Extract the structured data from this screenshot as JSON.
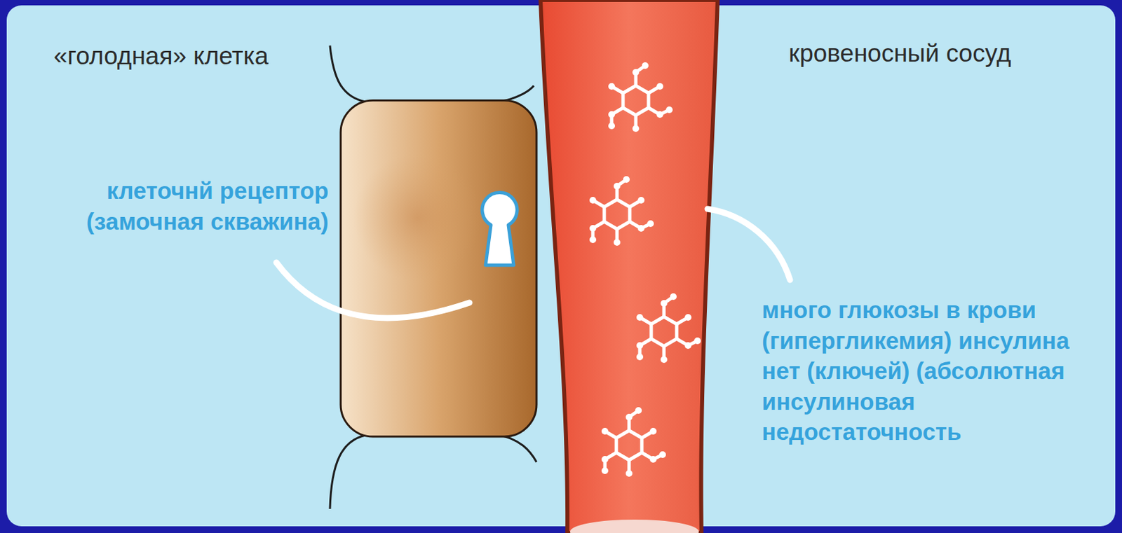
{
  "diagram": {
    "nodes": [
      {
        "text": [
          "«голодная» клетка"
        ]
      },
      {
        "text": [
          "кровеносный сосуд"
        ]
      }
    ],
    "labels": [
      "клеточнй рецептор (замочная скважина)",
      "много глюкозы в крови (гипергликемия) инсулина нет (ключей) (абсолютная инсулиновая недостаточность"
    ]
  }
}
